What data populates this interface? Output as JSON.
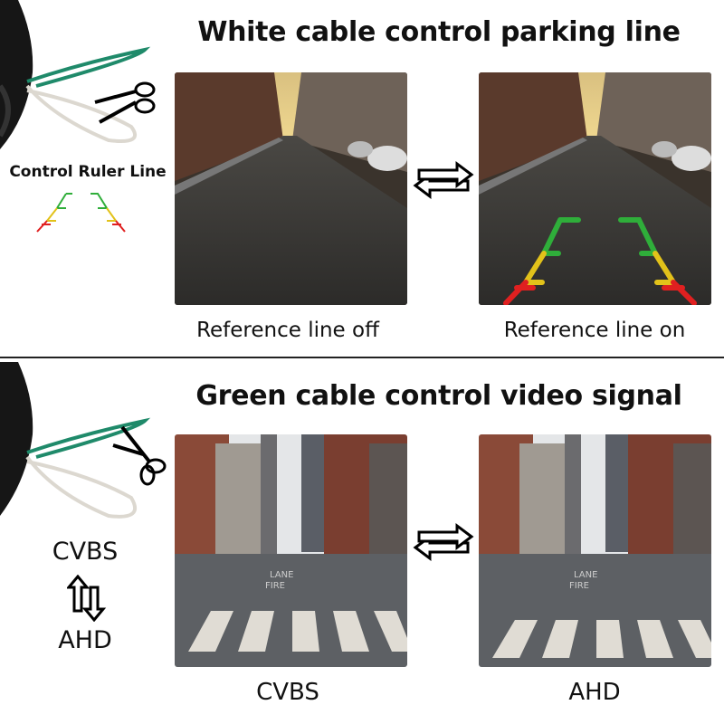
{
  "top_section": {
    "title": "White cable control parking line",
    "side_label": "Control Ruler Line",
    "left_caption": "Reference line off",
    "right_caption": "Reference line on",
    "cable_colors": {
      "green": "#1f8a6a",
      "white": "#dcd8d0"
    },
    "guide_colors": {
      "near": "#e02020",
      "mid": "#e2c21a",
      "far": "#2fae3a"
    }
  },
  "bottom_section": {
    "title": "Green cable control video signal",
    "mode_a": "CVBS",
    "mode_b": "AHD",
    "left_caption": "CVBS",
    "right_caption": "AHD",
    "road_text_line1": "LANE",
    "road_text_line2": "FIRE"
  },
  "icons": {
    "swap": "double-arrow-horizontal-icon",
    "scissors": "scissors-icon",
    "vertical_swap": "double-arrow-vertical-icon"
  }
}
